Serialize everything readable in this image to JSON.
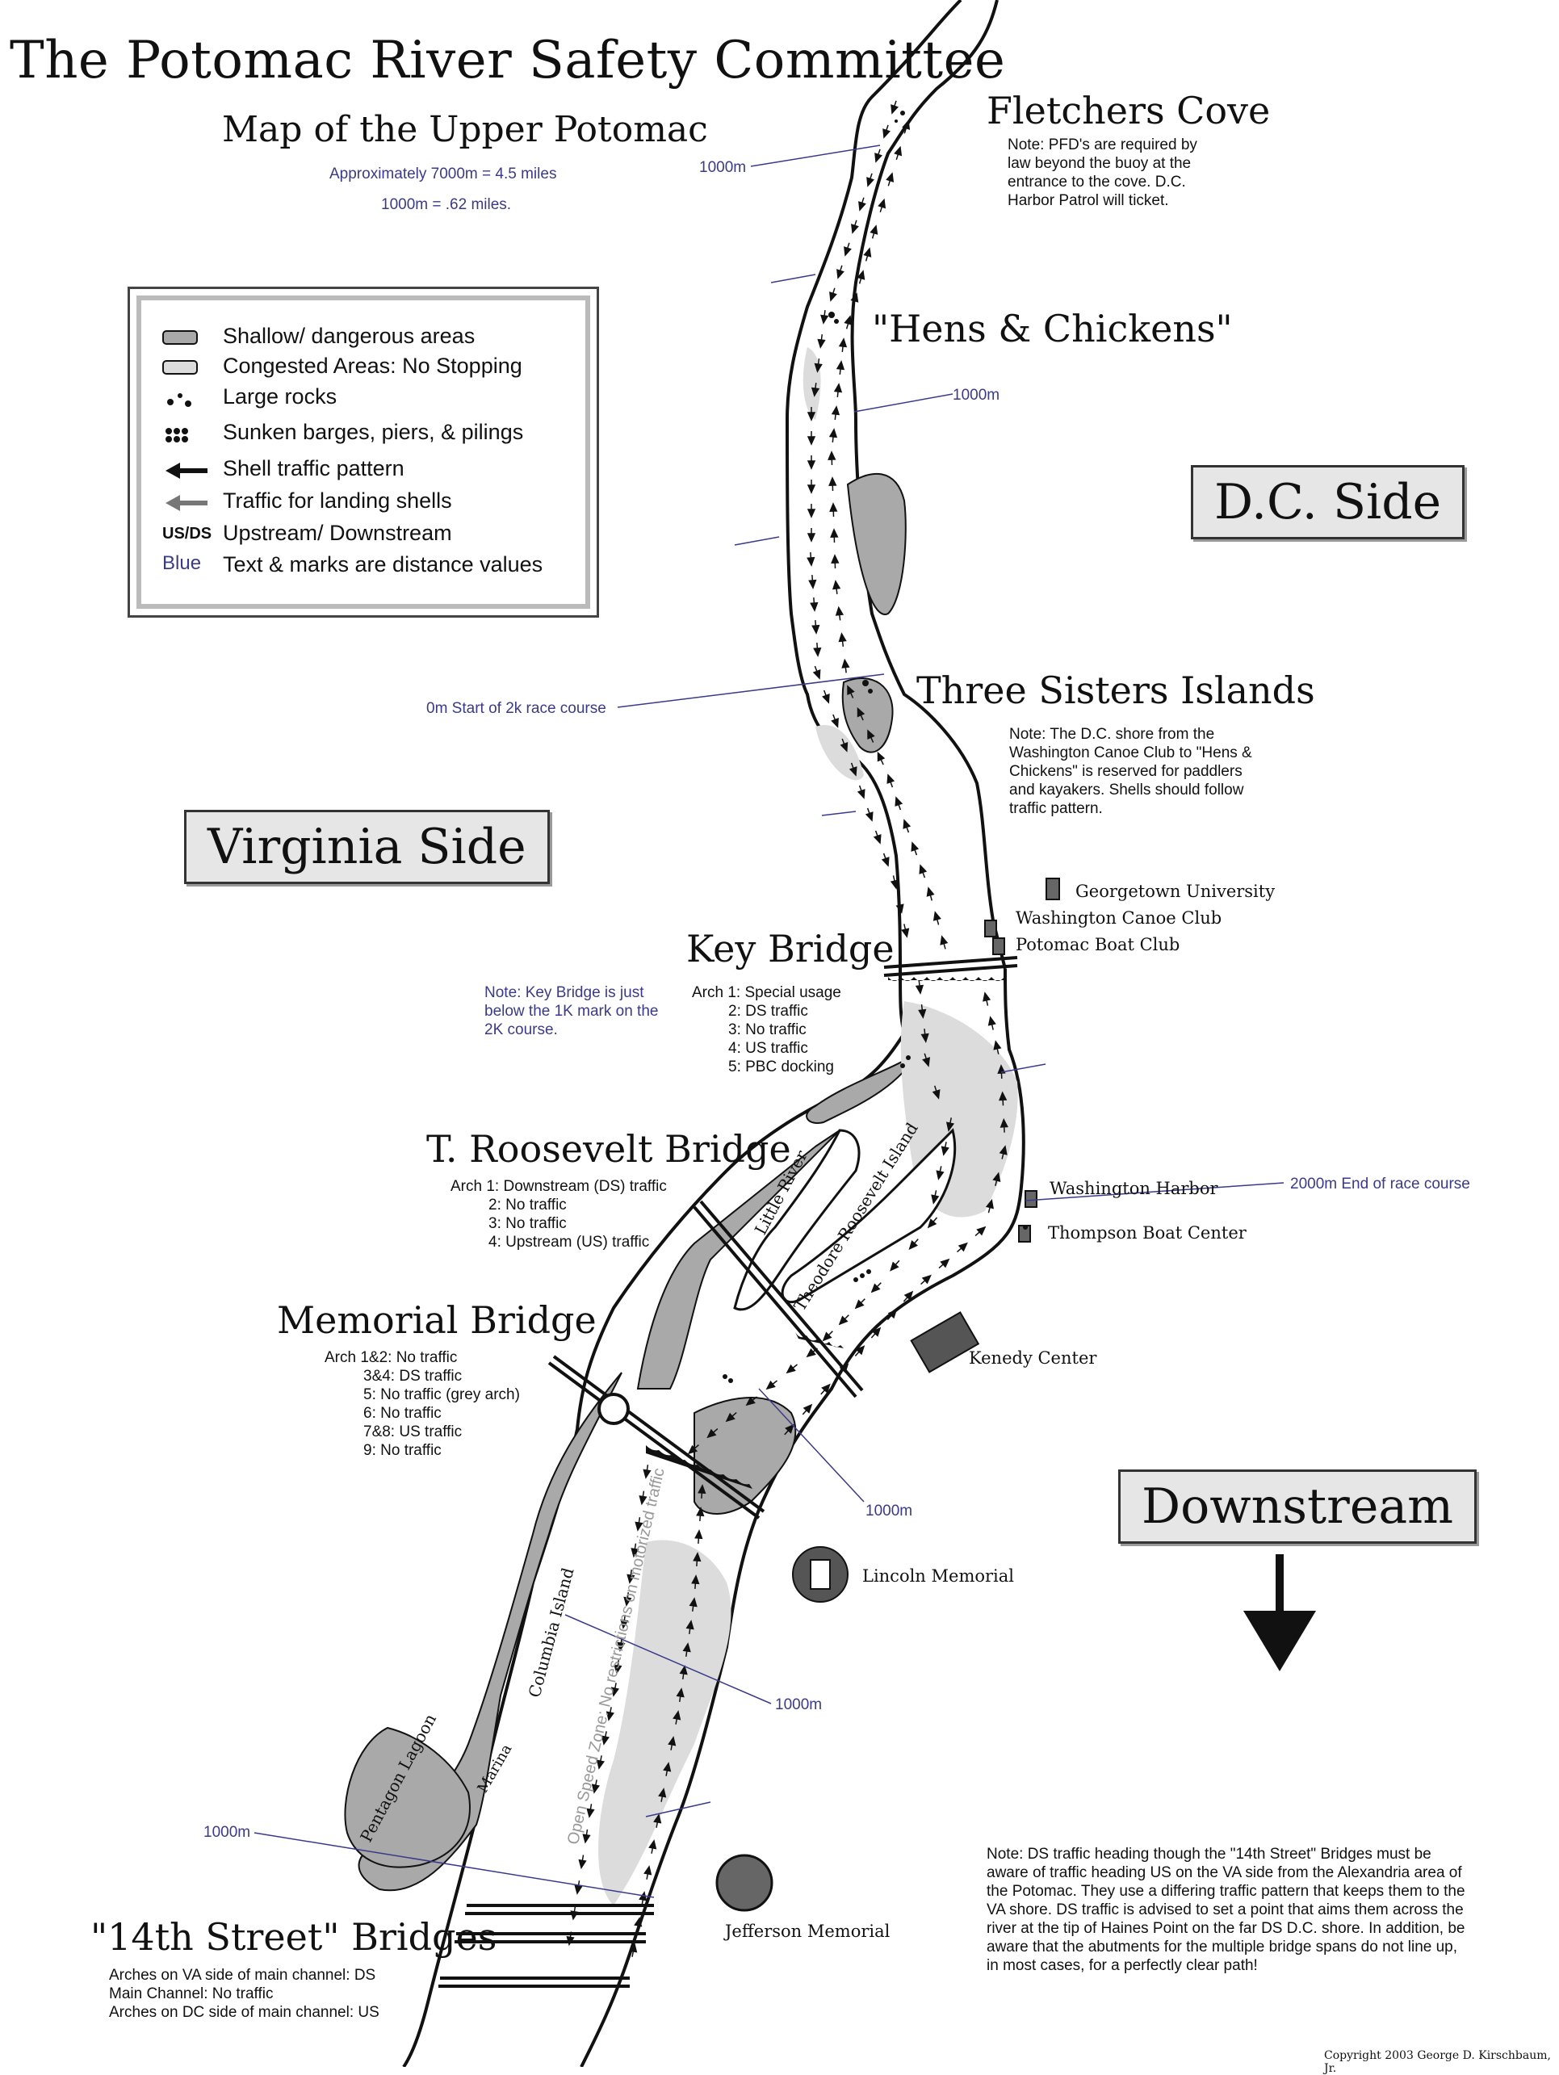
{
  "header": {
    "title": "The Potomac River Safety Committee",
    "subtitle": "Map of the Upper Potomac",
    "scale_line1": "Approximately 7000m = 4.5 miles",
    "scale_line2": "1000m = .62 miles."
  },
  "legend": {
    "items": [
      {
        "icon": "shallow-area-swatch",
        "label": "Shallow/ dangerous areas"
      },
      {
        "icon": "congested-area-swatch",
        "label": "Congested Areas: No Stopping"
      },
      {
        "icon": "large-rocks-icon",
        "label": "Large rocks"
      },
      {
        "icon": "sunken-barges-icon",
        "label": "Sunken barges, piers, & pilings"
      },
      {
        "icon": "black-arrow-icon",
        "label": "Shell traffic pattern"
      },
      {
        "icon": "grey-arrow-icon",
        "label": "Traffic for landing shells"
      },
      {
        "icon": "usds-text",
        "symbol_text": "US/DS",
        "label": "Upstream/ Downstream"
      },
      {
        "icon": "blue-text",
        "symbol_text": "Blue",
        "label": "Text & marks are distance values"
      }
    ]
  },
  "sides": {
    "dc": "D.C. Side",
    "virginia": "Virginia Side",
    "downstream": "Downstream"
  },
  "places": {
    "fletchers_cove": "Fletchers Cove",
    "hens_chickens": "\"Hens & Chickens\"",
    "three_sisters": "Three Sisters Islands",
    "key_bridge": "Key Bridge",
    "roosevelt_bridge": "T. Roosevelt Bridge",
    "memorial_bridge": "Memorial Bridge",
    "fourteenth_bridges": "\"14th Street\" Bridges"
  },
  "notes": {
    "fletchers": "Note:  PFD's are required by law beyond the buoy at the entrance to the cove. D.C. Harbor Patrol will ticket.",
    "three_sisters": "Note:  The D.C. shore from the Washington Canoe Club  to \"Hens & Chickens\" is reserved for paddlers and kayakers. Shells should follow traffic pattern.",
    "key_bridge_distance": "Note: Key  Bridge is just below the 1K mark on the 2K course.",
    "fourteenth_bottom": "Note:   DS traffic heading though the \"14th Street\" Bridges must be aware of traffic heading US on the VA side from the Alexandria area of the Potomac. They use a differing traffic  pattern that keeps them to the VA shore. DS traffic is advised to set a point that aims them across the river at the tip of Haines Point  on the far DS D.C. shore. In addition, be aware that the abutments for the multiple bridge spans do not line up, in most cases, for a perfectly clear path!"
  },
  "key_bridge_arches": [
    "Arch 1: Special usage",
    "2: DS traffic",
    "3: No traffic",
    "4: US traffic",
    "5: PBC docking"
  ],
  "roosevelt_arches": [
    "Arch 1: Downstream (DS) traffic",
    "2: No traffic",
    "3: No traffic",
    "4: Upstream (US) traffic"
  ],
  "memorial_arches": [
    "Arch 1&2: No traffic",
    "3&4: DS traffic",
    "5: No traffic (grey arch)",
    "6: No traffic",
    "7&8: US traffic",
    "9: No traffic"
  ],
  "fourteenth_arches": [
    "Arches on VA side of main channel: DS",
    "Main Channel:  No traffic",
    "Arches on DC side of main channel: US"
  ],
  "distances": {
    "m1000_top": "1000m",
    "m1000_hens": "1000m",
    "start_2k": "0m Start of 2k race course",
    "end_2k": "2000m End of race course",
    "m1000_kennedy": "1000m",
    "m1000_columbia": "1000m",
    "m1000_lagoon": "1000m"
  },
  "landmarks": {
    "georgetown": "Georgetown University",
    "canoe_club": "Washington  Canoe Club",
    "boat_club": "Potomac Boat Club",
    "harbor": "Washington Harbor",
    "thompson": "Thompson Boat Center",
    "kennedy": "Kenedy Center",
    "lincoln": "Lincoln Memorial",
    "jefferson": "Jefferson Memorial",
    "little_river": "Little River",
    "roosevelt_island": "Theodore Roosevelt Island",
    "columbia_island": "Columbia Island",
    "pentagon_lagoon": "Pentagon Lagoon",
    "marina": "Marina",
    "open_speed": "Open Speed Zone: No restrictions on motorized traffic"
  },
  "arch_numbers": {
    "key": [
      "1",
      "2",
      "3",
      "4",
      "5"
    ],
    "roosevelt": [
      "1",
      "2",
      "3",
      "4"
    ],
    "memorial": [
      "1",
      "2",
      "3",
      "4",
      "5",
      "6",
      "7",
      "8",
      "9"
    ]
  },
  "copyright": "Copyright 2003 George D. Kirschbaum, Jr.",
  "colors": {
    "shallow": "#a9a9a9",
    "congested": "#dcdcdc",
    "distance_blue": "#3a3a8a",
    "land_line": "#111111"
  }
}
